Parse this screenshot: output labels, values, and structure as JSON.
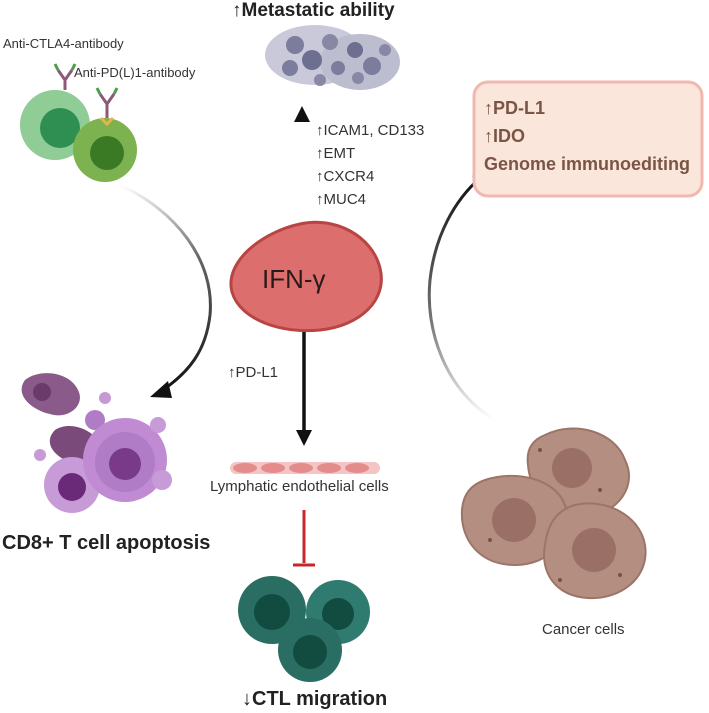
{
  "center": {
    "label": "IFN-γ"
  },
  "top": {
    "title": "↑Metastatic ability",
    "markers": [
      "↑ICAM1, CD133",
      "↑EMT",
      "↑CXCR4",
      "↑MUC4"
    ]
  },
  "top_left": {
    "antibody_ctla4": "Anti-CTLA4-antibody",
    "antibody_pdl1": "Anti-PD(L)1-antibody"
  },
  "left": {
    "title": "CD8+ T cell apoptosis"
  },
  "bottom": {
    "pdl1_label": "↑PD-L1",
    "endothelial_label": "Lymphatic endothelial cells",
    "ctl_label": "↓CTL migration"
  },
  "right": {
    "box_lines": [
      "↑PD-L1",
      "↑IDO",
      "Genome immunoediting"
    ],
    "cancer_label": "Cancer cells"
  },
  "colors": {
    "ifn_fill": "#dc6e6e",
    "ifn_stroke": "#b84444",
    "box_fill": "#fbe6dc",
    "box_stroke": "#f0b8b0",
    "box_text": "#7a5545",
    "inhibit_red": "#c62828",
    "ctl_green": "#2a6e63",
    "cancer_brown": "#b58e82",
    "apoptosis_purple": "#b07cc6"
  }
}
